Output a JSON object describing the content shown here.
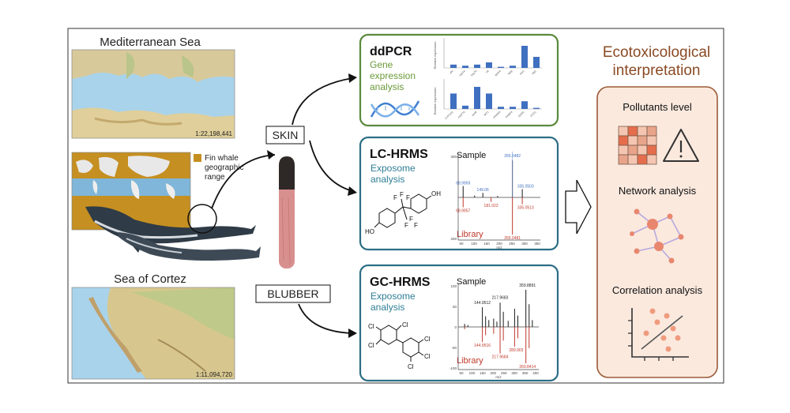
{
  "maps": {
    "mediterranean": {
      "title": "Mediterranean Sea",
      "scale": "1:22,198,441"
    },
    "range": {
      "legend_label_1": "Fin whale",
      "legend_label_2": "geographic",
      "legend_label_3": "range"
    },
    "cortez": {
      "title": "Sea of Cortez",
      "scale": "1:11,094,720"
    }
  },
  "tissues": {
    "skin": "SKIN",
    "blubber": "BLUBBER"
  },
  "panels": {
    "ddpcr": {
      "title": "ddPCR",
      "subtitle_1": "Gene",
      "subtitle_2": "expression",
      "subtitle_3": "analysis",
      "chart_top_labels": [
        "ahr",
        "cyp1a",
        "hsp70",
        "mt",
        "ppara",
        "fabp",
        "esr1",
        "vtg1"
      ],
      "chart_bottom_labels": [
        "CYP1A1",
        "HSP70",
        "AHR",
        "MT1",
        "PPARA",
        "FABP4",
        "ESR1",
        "VTG1"
      ],
      "top_ylabel": "Relative expression",
      "bottom_ylabel": "Relative expression"
    },
    "lchrms": {
      "title": "LC-HRMS",
      "subtitle_1": "Exposome",
      "subtitle_2": "analysis",
      "sample_label": "Sample",
      "library_label": "Library",
      "peak_labels": {
        "p1": "68.9959",
        "p2": "149.06",
        "p3": "265.0482",
        "p4": "335.0503",
        "p5": "68.9957",
        "p6": "181.022",
        "p7": "335.0513",
        "p8": "265.0481"
      },
      "axis_ticks_y": [
        "300",
        "200"
      ],
      "axis_ticks_x": [
        "50",
        "100",
        "150",
        "200",
        "250",
        "300",
        "350"
      ],
      "xunit": "m/z",
      "formula_atoms": {
        "a1": "F",
        "a2": "F",
        "a3": "F",
        "a4": "F",
        "a5": "F",
        "a6": "F",
        "oh1": "OH",
        "oh2": "HO"
      }
    },
    "gchrms": {
      "title": "GC-HRMS",
      "subtitle_1": "Exposome",
      "subtitle_2": "analysis",
      "sample_label": "Sample",
      "library_label": "Library",
      "peak_labels": {
        "p1": "359.8891",
        "p2": "217.9683",
        "p3": "144.9512",
        "p4": "144.9516",
        "p5": "217.9684",
        "p6": "289.903",
        "p7": "359.8414"
      },
      "axis_ticks_y": [
        "100",
        "50",
        "0",
        "-50",
        "-100"
      ],
      "axis_ticks_x": [
        "50",
        "100",
        "150",
        "200",
        "250",
        "300",
        "350",
        "400"
      ],
      "xunit": "m/z",
      "formula_atoms": {
        "c1": "Cl",
        "c2": "Cl",
        "c3": "Cl",
        "c4": "Cl",
        "c5": "Cl",
        "c6": "Cl"
      }
    }
  },
  "eco": {
    "title_1": "Ecotoxicological",
    "title_2": "interpretation",
    "pollutants": "Pollutants level",
    "network": "Network analysis",
    "correlation": "Correlation analysis"
  },
  "colors": {
    "ddpcr_border": "#5a8a3c",
    "ddpcr_text": "#6a9a3a",
    "hrms_border": "#2c6e85",
    "hrms_text": "#2f7e96",
    "eco_bg": "#fbe9de",
    "eco_border": "#9a5a36",
    "eco_title": "#8a4a24",
    "library_red": "#c0392b",
    "bar_blue": "#3f6fc0"
  }
}
